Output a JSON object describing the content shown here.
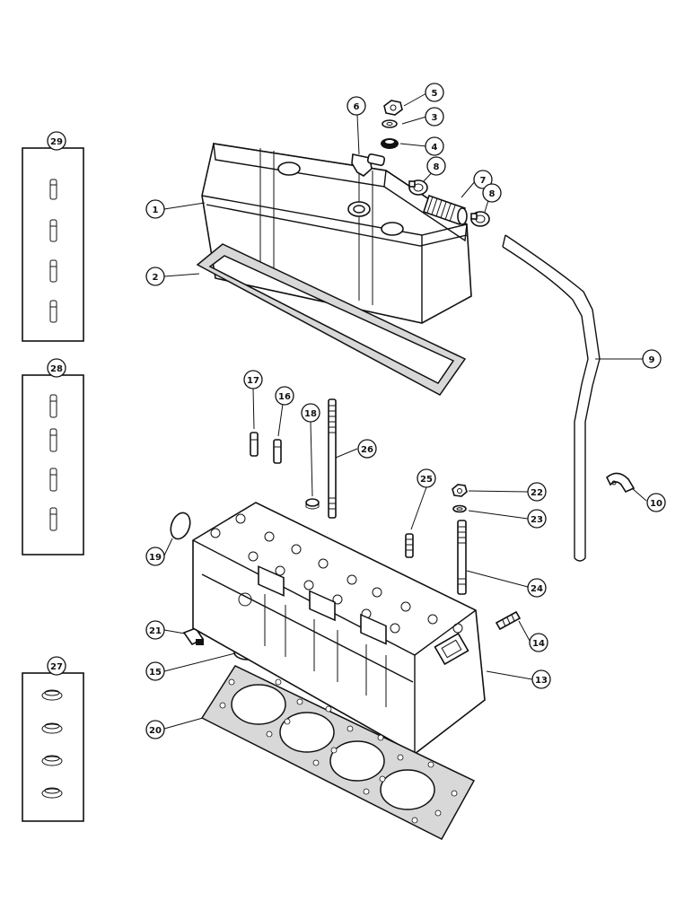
{
  "callouts": {
    "c1": "1",
    "c2": "2",
    "c3": "3",
    "c4": "4",
    "c5": "5",
    "c6": "6",
    "c7": "7",
    "c8a": "8",
    "c8b": "8",
    "c9": "9",
    "c10": "10",
    "c13": "13",
    "c14": "14",
    "c15": "15",
    "c16": "16",
    "c17": "17",
    "c18": "18",
    "c19": "19",
    "c20": "20",
    "c21": "21",
    "c22": "22",
    "c23": "23",
    "c24": "24",
    "c25": "25",
    "c26": "26",
    "c27": "27",
    "c28": "28",
    "c29": "29"
  },
  "colors": {
    "ink": "#111111",
    "paper": "#ffffff",
    "gasket_fill": "#d8d8d8"
  },
  "icons": [
    "valve-cover",
    "cover-gasket",
    "cylinder-head",
    "head-gasket",
    "breather-tube",
    "hose-clamp"
  ]
}
